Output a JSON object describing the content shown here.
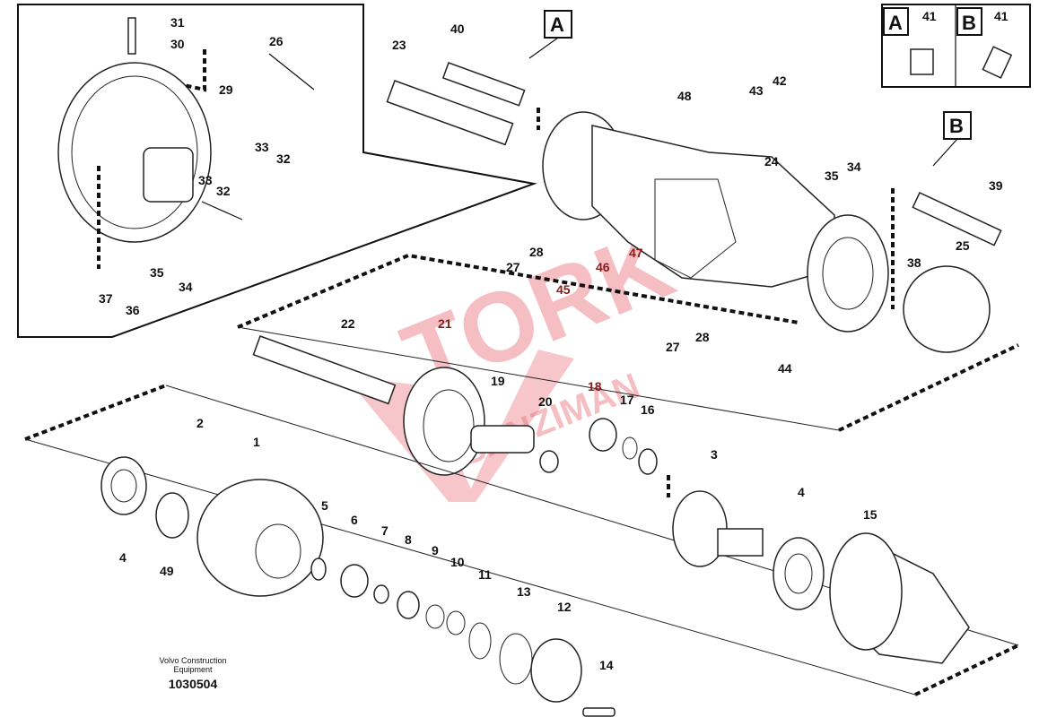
{
  "diagram": {
    "labels": [
      "31",
      "30",
      "26",
      "29",
      "33",
      "32",
      "33",
      "32",
      "35",
      "34",
      "37",
      "36",
      "23",
      "40",
      "48",
      "43",
      "42",
      "24",
      "35",
      "34",
      "39",
      "25",
      "38",
      "27",
      "28",
      "45",
      "46",
      "47",
      "27",
      "28",
      "44",
      "22",
      "21",
      "19",
      "20",
      "18",
      "17",
      "16",
      "3",
      "2",
      "1",
      "4",
      "49",
      "5",
      "6",
      "7",
      "8",
      "9",
      "10",
      "11",
      "13",
      "12",
      "14",
      "4",
      "15"
    ],
    "callouts": {
      "a": "A",
      "b": "B"
    },
    "legend": {
      "a_letter": "A",
      "a_part": "41",
      "b_letter": "B",
      "b_part": "41"
    },
    "footer": {
      "maker_line1": "Volvo Construction",
      "maker_line2": "Equipment",
      "drawing_number": "1030504"
    },
    "watermark": {
      "line1": "TORK",
      "line2": "SANZIMAN"
    },
    "colors": {
      "watermark": "#e8707a",
      "ink": "#111111"
    }
  }
}
